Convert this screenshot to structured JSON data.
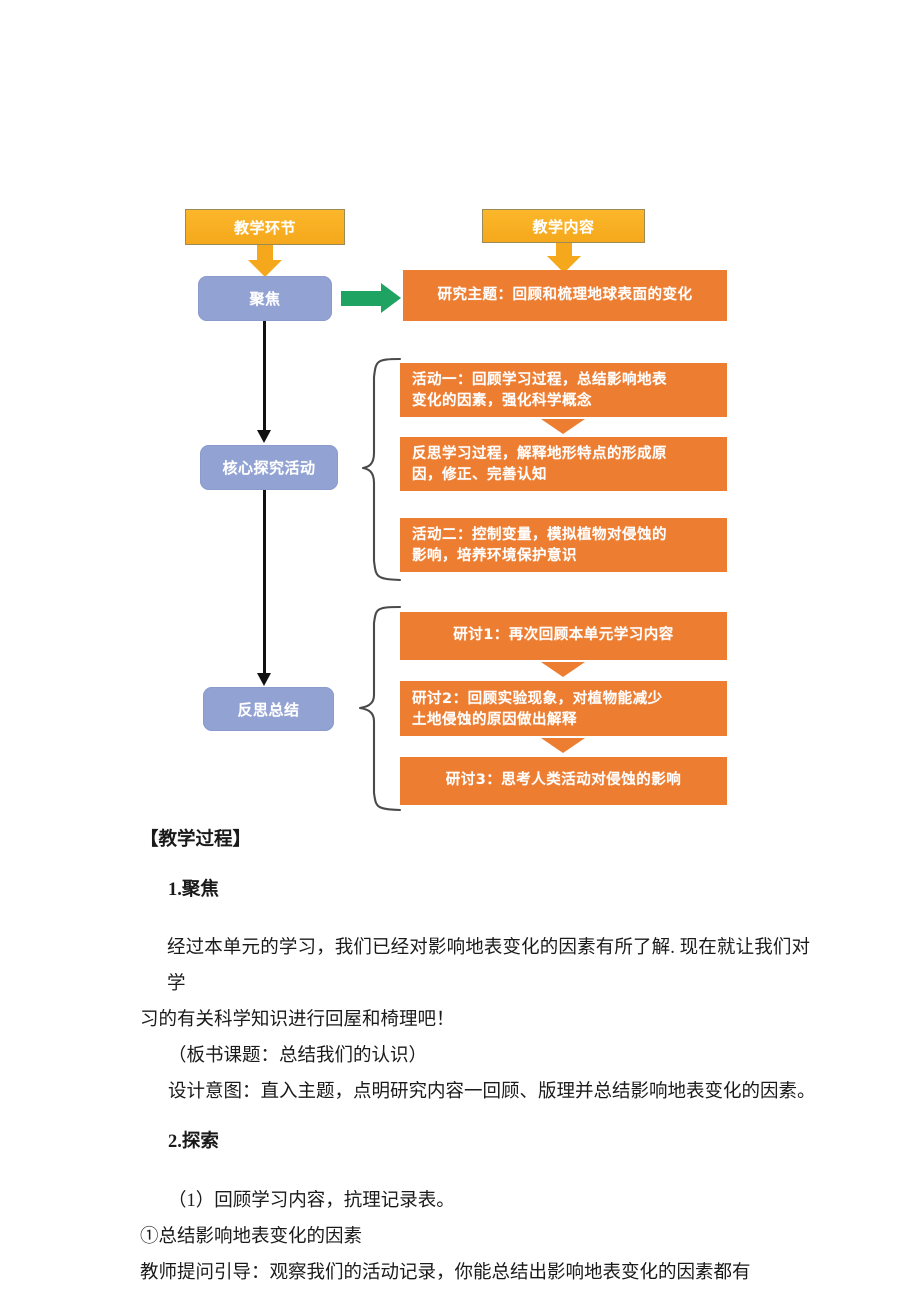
{
  "diagram": {
    "headers": [
      {
        "id": "teaching-stage",
        "label": "教学环节"
      },
      {
        "id": "teaching-content",
        "label": "教学内容"
      }
    ],
    "stages": [
      {
        "id": "focus",
        "label": "聚焦"
      },
      {
        "id": "core-inquiry",
        "label": "核心探究活动"
      },
      {
        "id": "reflect-summary",
        "label": "反思总结"
      }
    ],
    "focus_content": "研究主题：回顾和梳理地球表面的变化",
    "core_contents": [
      {
        "line1": "活动一：回顾学习过程，总结影响地表",
        "line2": "变化的因素，强化科学概念"
      },
      {
        "line1": "反思学习过程，解释地形特点的形成原",
        "line2": "因，修正、完善认知"
      },
      {
        "line1": "活动二：控制变量，模拟植物对侵蚀的",
        "line2": "影响，培养环境保护意识"
      }
    ],
    "summary_contents": [
      {
        "line1": "研讨1：再次回顾本单元学习内容",
        "line2": ""
      },
      {
        "line1": "研讨2：回顾实验现象，对植物能减少",
        "line2": "土地侵蚀的原因做出解释"
      },
      {
        "line1": "研讨3：思考人类活动对侵蚀的影响",
        "line2": ""
      }
    ],
    "colors": {
      "header_yellow": "#f5a81c",
      "stage_blue": "#92a2d3",
      "content_orange": "#ed7d31",
      "arrow_green": "#1fa363",
      "arrow_black": "#111111"
    }
  },
  "document": {
    "section_title": "【教学过程】",
    "item1_title": "1.聚焦",
    "para1_line1": "经过本单元的学习，我们已经对影响地表变化的因素有所了解. 现在就让我们对学",
    "para1_line2": "习的有关科学知识进行回屋和椅理吧！",
    "para2": "（板书课题：总结我们的认识）",
    "design_intent": "设计意图：直入主题，点明研究内容一回顾、版理并总结影响地表变化的因素。",
    "item2_title": "2.探索",
    "item2_sub1": "（1）回顾学习内容，抗理记录表。",
    "item2_sub2": "①总结影响地表变化的因素",
    "item2_sub3": "教师提问引导：观察我们的活动记录，你能总结出影响地表变化的因素都有"
  }
}
